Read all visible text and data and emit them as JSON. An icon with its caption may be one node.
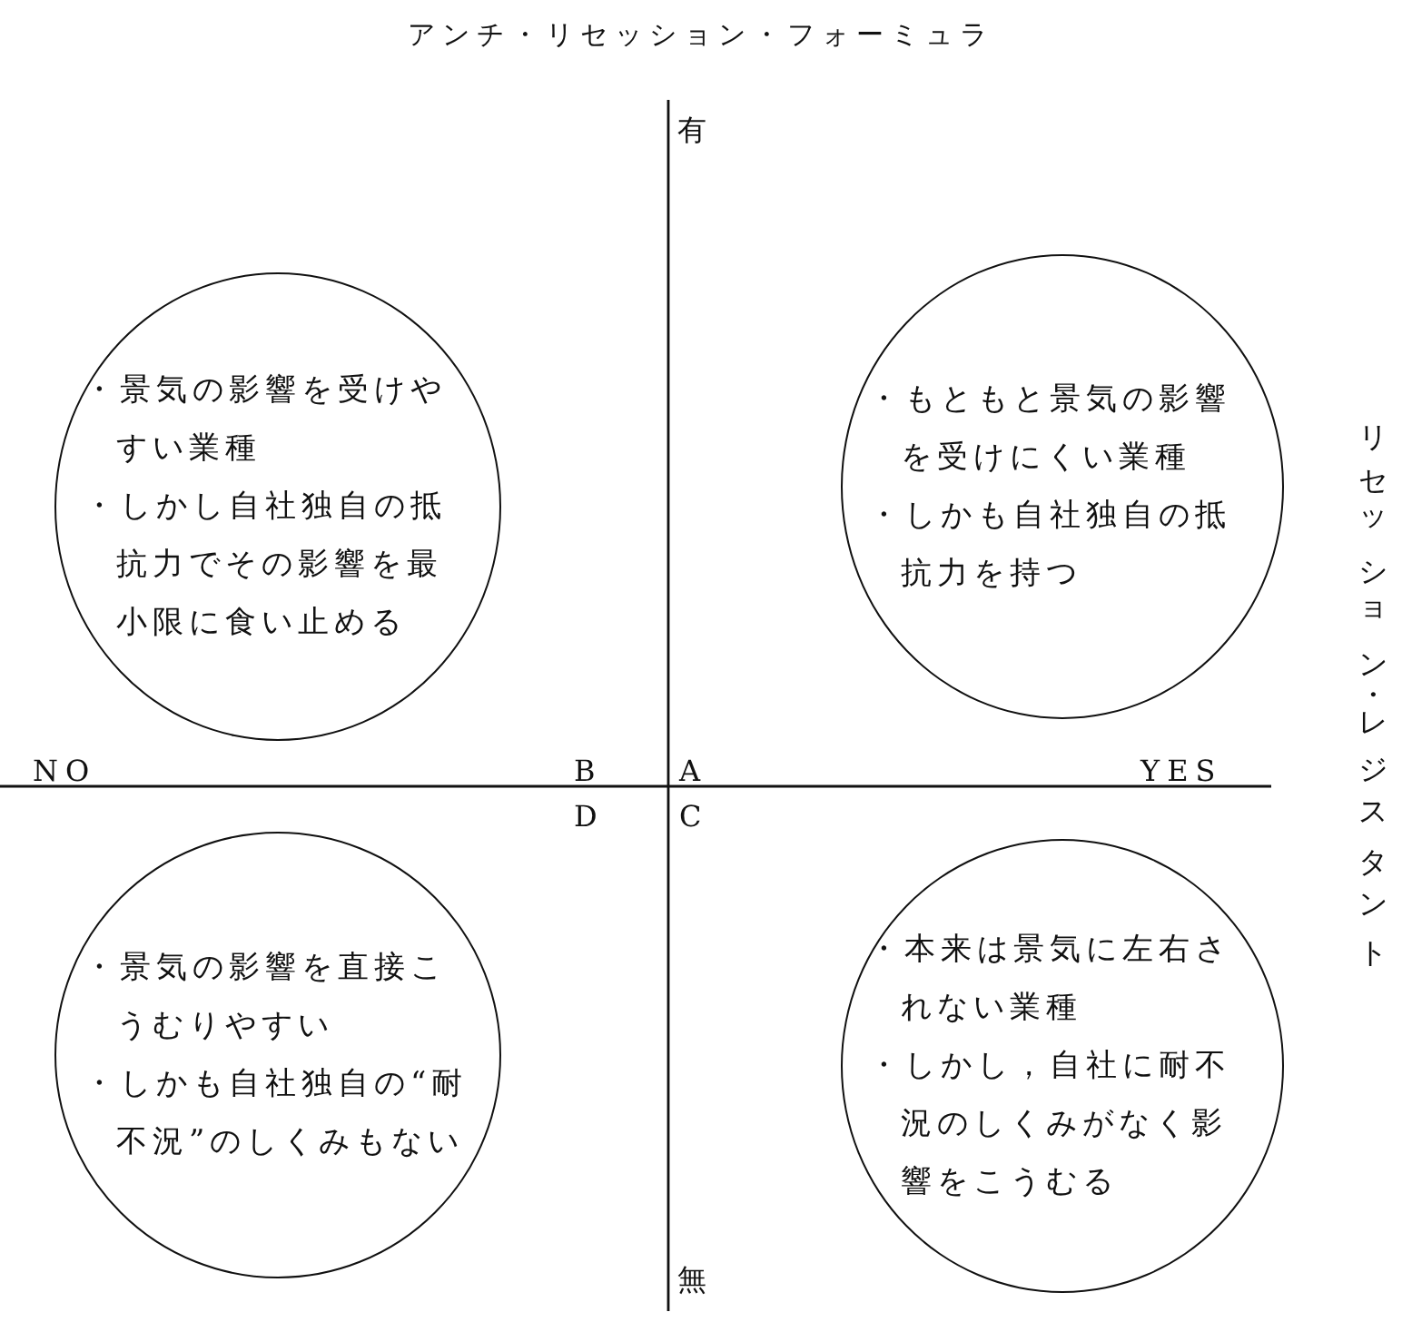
{
  "diagram": {
    "title": "アンチ・リセッション・フォーミュラ",
    "nodes": [
      {
        "text": [
          "・景気の影響を受けやすい業種",
          "・しかし自社独自の抵抗力でその影響を最小限に食い止める"
        ]
      },
      {
        "text": [
          "・もともと景気の影響を受けにくい業種",
          "・しかも自社独自の抵抗力を持つ"
        ]
      },
      {
        "text": [
          "・景気の影響を直接こうむりやすい",
          "・しかも自社独自の“耐不況”のしくみもない"
        ]
      },
      {
        "text": [
          "・本来は景気に左右されない業種",
          "・しかし，自社に耐不況のしくみがなく影響をこうむる"
        ]
      }
    ],
    "labels": [
      "有",
      "NO",
      "B",
      "A",
      "YES",
      "D",
      "C",
      "無",
      "リセッション・レジスタント"
    ]
  }
}
